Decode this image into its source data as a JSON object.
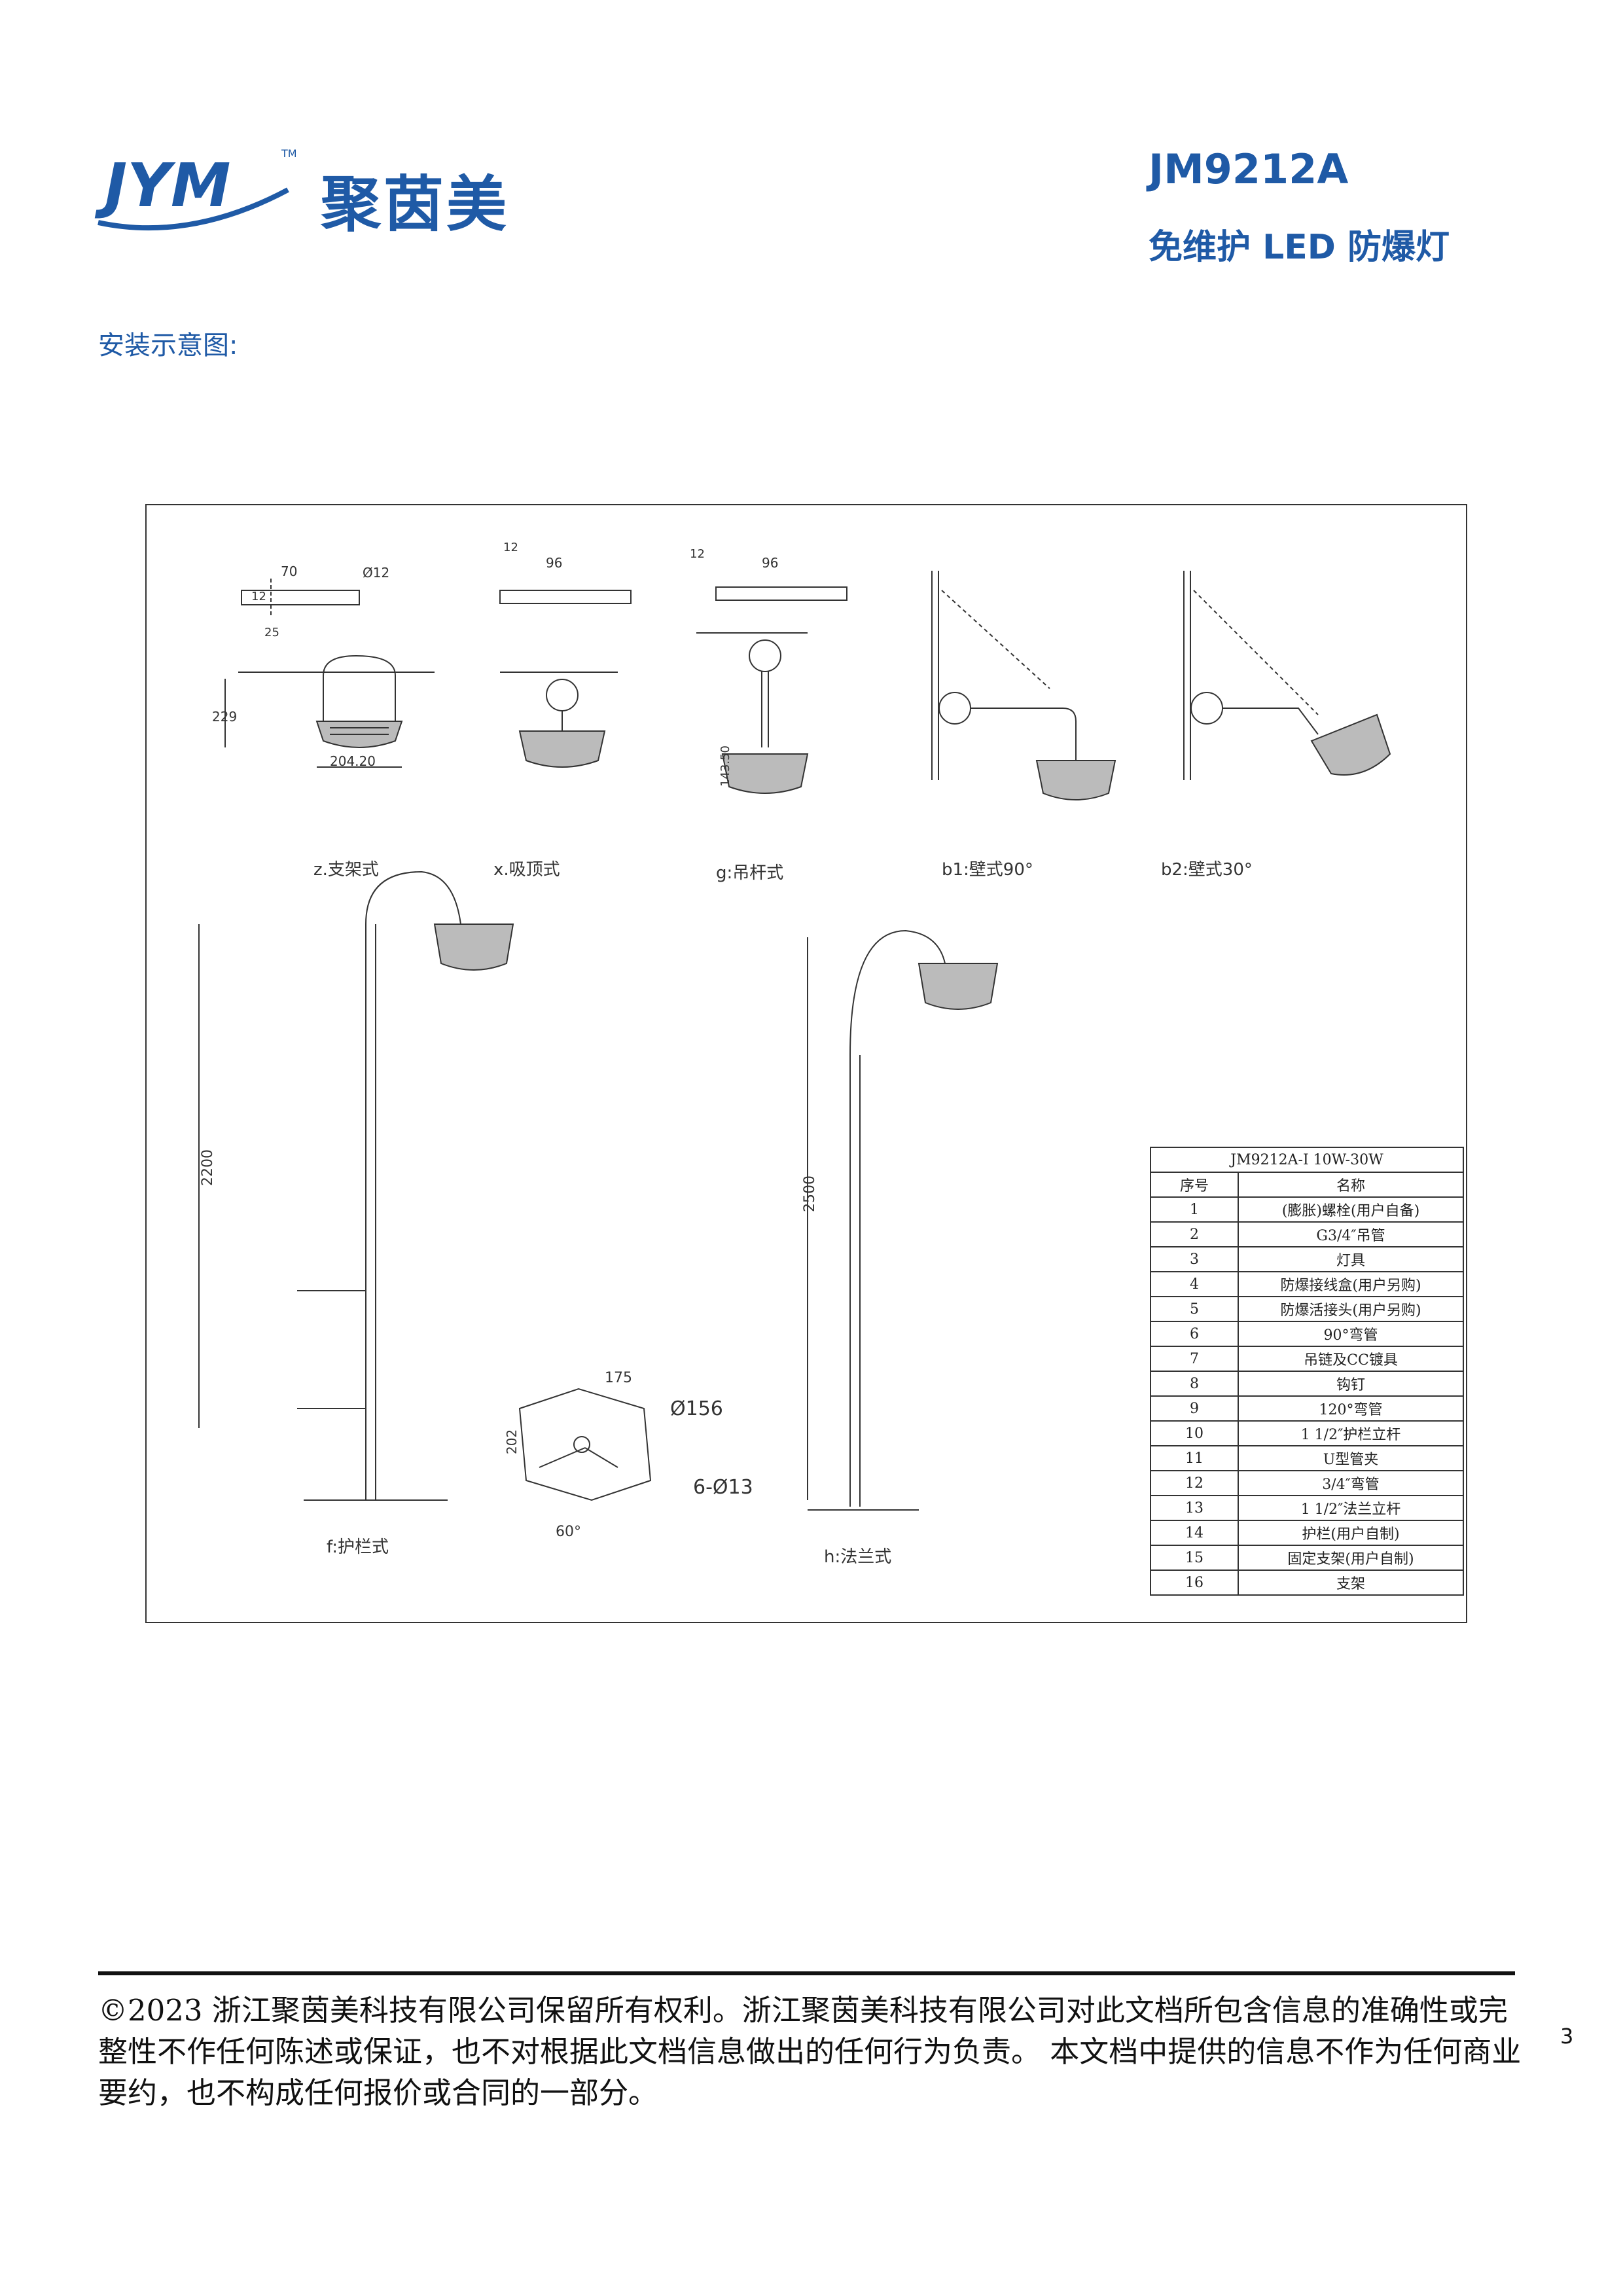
{
  "header": {
    "logo_letters": "JYM",
    "logo_tm": "TM",
    "brand": "聚茵美",
    "model": "JM9212A",
    "product": "免维护 LED 防爆灯"
  },
  "section_title": "安装示意图:",
  "drawing": {
    "captions": {
      "z": "z.支架式",
      "x": "x.吸顶式",
      "g": "g:吊杆式",
      "b1": "b1:壁式90°",
      "b2": "b2:壁式30°",
      "f": "f:护栏式",
      "h": "h:法兰式"
    },
    "dims": {
      "d70": "70",
      "d12a": "Ø12",
      "d12b": "12",
      "d25": "25",
      "d12c": "12",
      "d96a": "96",
      "d12d": "12",
      "d96b": "96",
      "d229": "229",
      "d204": "204.20",
      "d143": "143.50",
      "d2200": "2200",
      "d2500": "2500",
      "d175": "175",
      "d202": "202",
      "d156": "Ø156",
      "d613": "6-Ø13",
      "d60": "60°"
    },
    "parts_table": {
      "title": "JM9212A-I  10W-30W",
      "headers": [
        "序号",
        "名称"
      ],
      "rows": [
        [
          "1",
          "(膨胀)螺栓(用户自备)"
        ],
        [
          "2",
          "G3/4″吊管"
        ],
        [
          "3",
          "灯具"
        ],
        [
          "4",
          "防爆接线盒(用户另购)"
        ],
        [
          "5",
          "防爆活接头(用户另购)"
        ],
        [
          "6",
          "90°弯管"
        ],
        [
          "7",
          "吊链及CC镀具"
        ],
        [
          "8",
          "钩钉"
        ],
        [
          "9",
          "120°弯管"
        ],
        [
          "10",
          "1 1/2″护栏立杆"
        ],
        [
          "11",
          "U型管夹"
        ],
        [
          "12",
          "3/4″弯管"
        ],
        [
          "13",
          "1 1/2″法兰立杆"
        ],
        [
          "14",
          "护栏(用户自制)"
        ],
        [
          "15",
          "固定支架(用户自制)"
        ],
        [
          "16",
          "支架"
        ]
      ]
    }
  },
  "footer": {
    "text": "©2023 浙江聚茵美科技有限公司保留所有权利。浙江聚茵美科技有限公司对此文档所包含信息的准确性或完整性不作任何陈述或保证，也不对根据此文档信息做出的任何行为负责。 本文档中提供的信息不作为任何商业要约，也不构成任何报价或合同的一部分。",
    "page_number": "3"
  },
  "colors": {
    "brand_blue": "#1f5aa6",
    "line": "#333333"
  }
}
